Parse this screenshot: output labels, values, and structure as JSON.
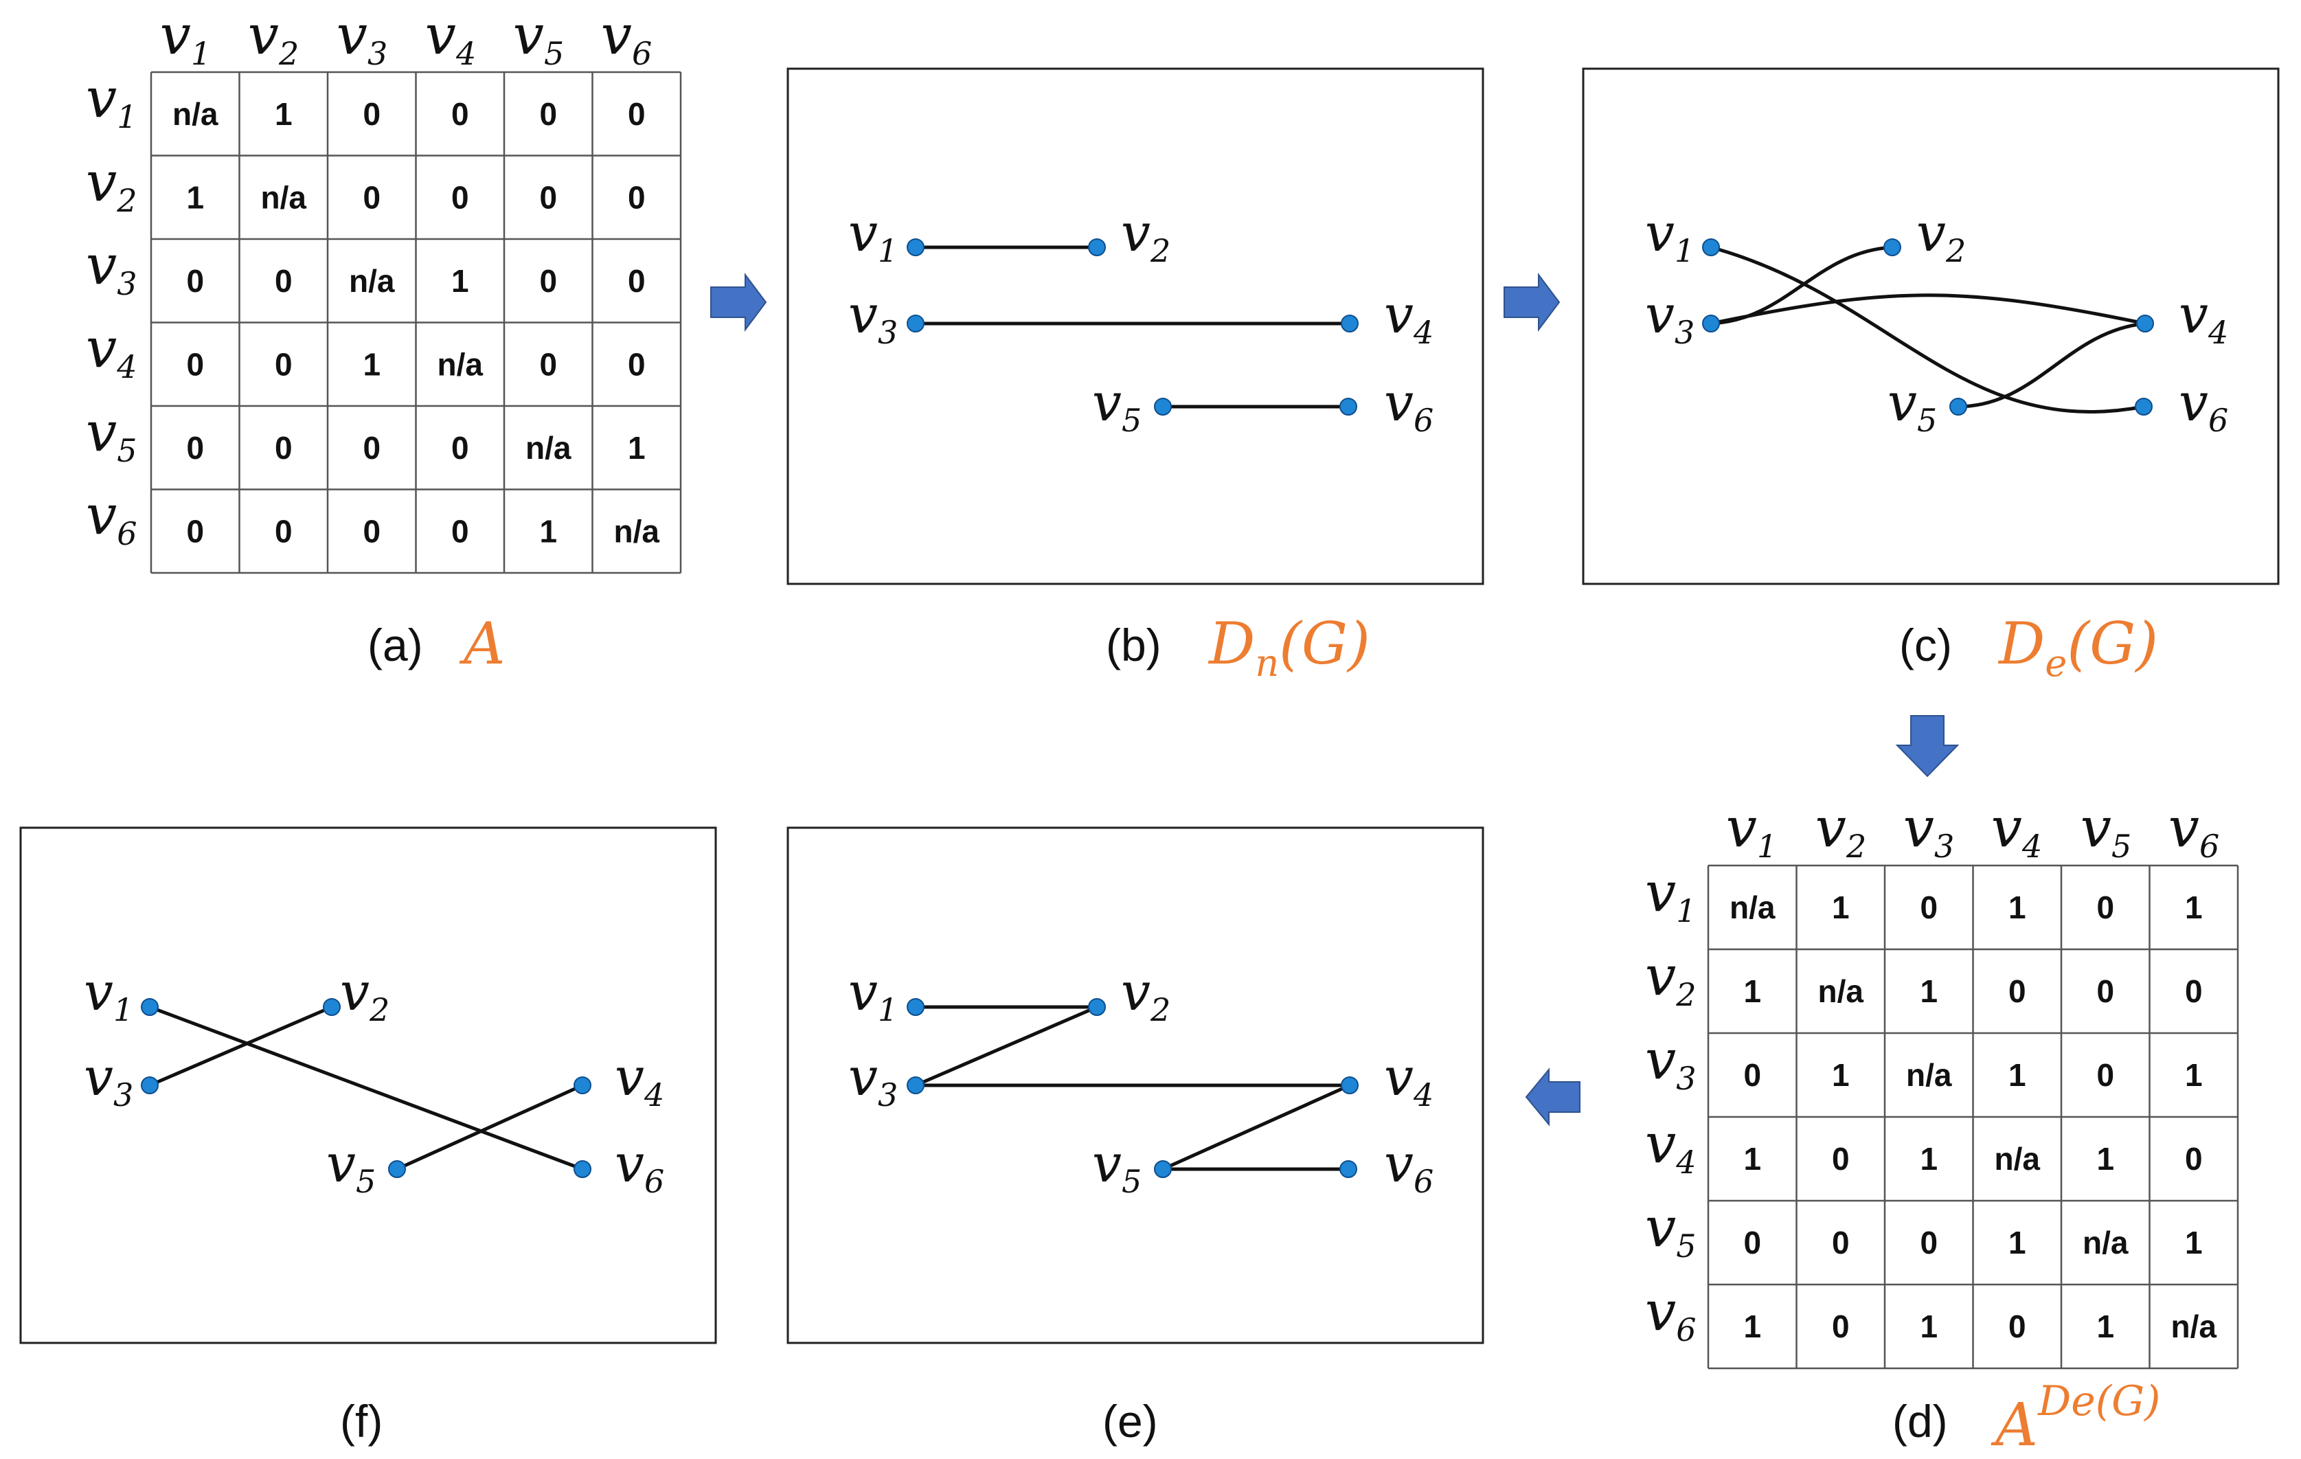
{
  "vertex_label": "v",
  "vertices": [
    "1",
    "2",
    "3",
    "4",
    "5",
    "6"
  ],
  "matrix_a": {
    "title": "A",
    "rows": [
      [
        "n/a",
        "1",
        "0",
        "0",
        "0",
        "0"
      ],
      [
        "1",
        "n/a",
        "0",
        "0",
        "0",
        "0"
      ],
      [
        "0",
        "0",
        "n/a",
        "1",
        "0",
        "0"
      ],
      [
        "0",
        "0",
        "1",
        "n/a",
        "0",
        "0"
      ],
      [
        "0",
        "0",
        "0",
        "0",
        "n/a",
        "1"
      ],
      [
        "0",
        "0",
        "0",
        "0",
        "1",
        "n/a"
      ]
    ]
  },
  "matrix_d": {
    "title_base": "A",
    "title_superscript": "De(G)",
    "rows": [
      [
        "n/a",
        "1",
        "0",
        "1",
        "0",
        "1"
      ],
      [
        "1",
        "n/a",
        "1",
        "0",
        "0",
        "0"
      ],
      [
        "0",
        "1",
        "n/a",
        "1",
        "0",
        "1"
      ],
      [
        "1",
        "0",
        "1",
        "n/a",
        "1",
        "0"
      ],
      [
        "0",
        "0",
        "0",
        "1",
        "n/a",
        "1"
      ],
      [
        "1",
        "0",
        "1",
        "0",
        "1",
        "n/a"
      ]
    ]
  },
  "panel_titles": {
    "b": {
      "base": "D",
      "sub": "n",
      "rest": "(G)"
    },
    "c": {
      "base": "D",
      "sub": "e",
      "rest": "(G)"
    }
  },
  "captions": {
    "a": "(a)",
    "b": "(b)",
    "c": "(c)",
    "d": "(d)",
    "e": "(e)",
    "f": "(f)"
  },
  "edges": {
    "b": [
      [
        "1",
        "2"
      ],
      [
        "3",
        "4"
      ],
      [
        "5",
        "6"
      ]
    ],
    "c": [
      [
        "1",
        "6"
      ],
      [
        "2",
        "3"
      ],
      [
        "3",
        "4"
      ],
      [
        "4",
        "5"
      ]
    ],
    "e": [
      [
        "1",
        "2"
      ],
      [
        "2",
        "3"
      ],
      [
        "3",
        "4"
      ],
      [
        "4",
        "5"
      ],
      [
        "5",
        "6"
      ]
    ],
    "f": [
      [
        "1",
        "6"
      ],
      [
        "3",
        "2"
      ],
      [
        "5",
        "4"
      ]
    ]
  },
  "colors": {
    "node": "#1f86d6",
    "accent": "#ed7d31",
    "arrow": "#4472c4"
  }
}
